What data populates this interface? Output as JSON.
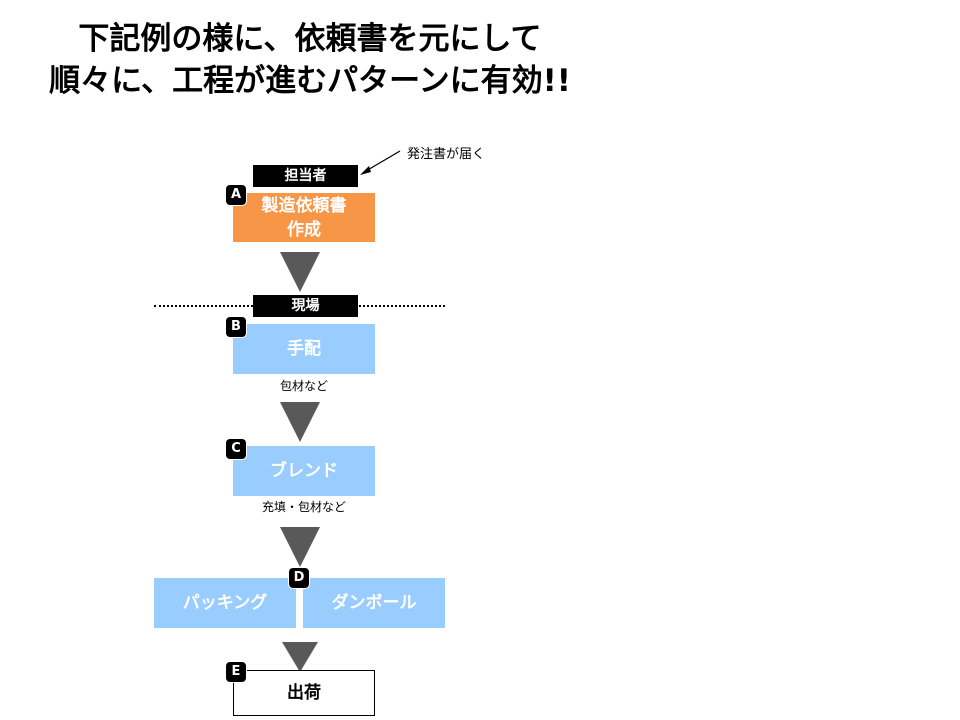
{
  "title": {
    "line1": "下記例の様に、依頼書を元にして",
    "line2": "順々に、工程が進むパターンに有効!!"
  },
  "note": "発注書が届く",
  "departments": {
    "d1": "担当者",
    "d2": "現場"
  },
  "steps": {
    "a": {
      "badge": "A",
      "line1": "製造依頼書",
      "line2": "作成"
    },
    "b": {
      "badge": "B",
      "label": "手配",
      "caption": "包材など"
    },
    "c": {
      "badge": "C",
      "label": "ブレンド",
      "caption": "充填・包材など"
    },
    "d": {
      "badge": "D",
      "left": "パッキング",
      "right": "ダンボール"
    },
    "e": {
      "badge": "E",
      "label": "出荷"
    }
  },
  "colors": {
    "orange": "#f79646",
    "blue": "#99ccff",
    "arrow": "#595959"
  }
}
